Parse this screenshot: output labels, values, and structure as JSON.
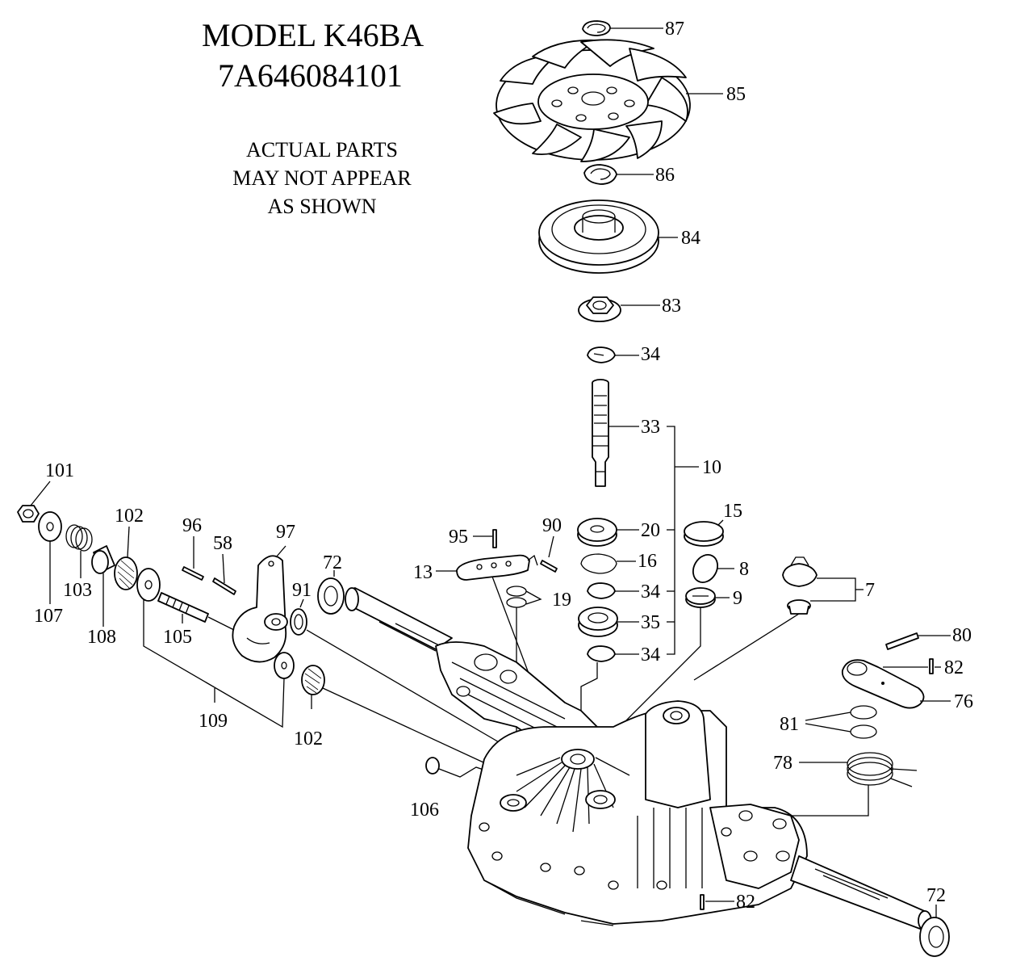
{
  "header": {
    "model": "MODEL K46BA",
    "part_number": "7A646084101",
    "note_lines": [
      "ACTUAL PARTS",
      "MAY NOT APPEAR",
      "AS SHOWN"
    ]
  },
  "callouts": {
    "c87": "87",
    "c85": "85",
    "c86": "86",
    "c84": "84",
    "c83": "83",
    "c34a": "34",
    "c33": "33",
    "c10": "10",
    "c20": "20",
    "c15": "15",
    "c16": "16",
    "c8": "8",
    "c34b": "34",
    "c9": "9",
    "c7": "7",
    "c35": "35",
    "c34c": "34",
    "c95": "95",
    "c90": "90",
    "c13": "13",
    "c19": "19",
    "c80": "80",
    "c82a": "82",
    "c76": "76",
    "c81": "81",
    "c78": "78",
    "c82b": "82",
    "c72a": "72",
    "c72b": "72",
    "c101": "101",
    "c102a": "102",
    "c96": "96",
    "c58": "58",
    "c97": "97",
    "c91": "91",
    "c107": "107",
    "c103": "103",
    "c108": "108",
    "c105": "105",
    "c109": "109",
    "c102b": "102",
    "c106": "106"
  }
}
